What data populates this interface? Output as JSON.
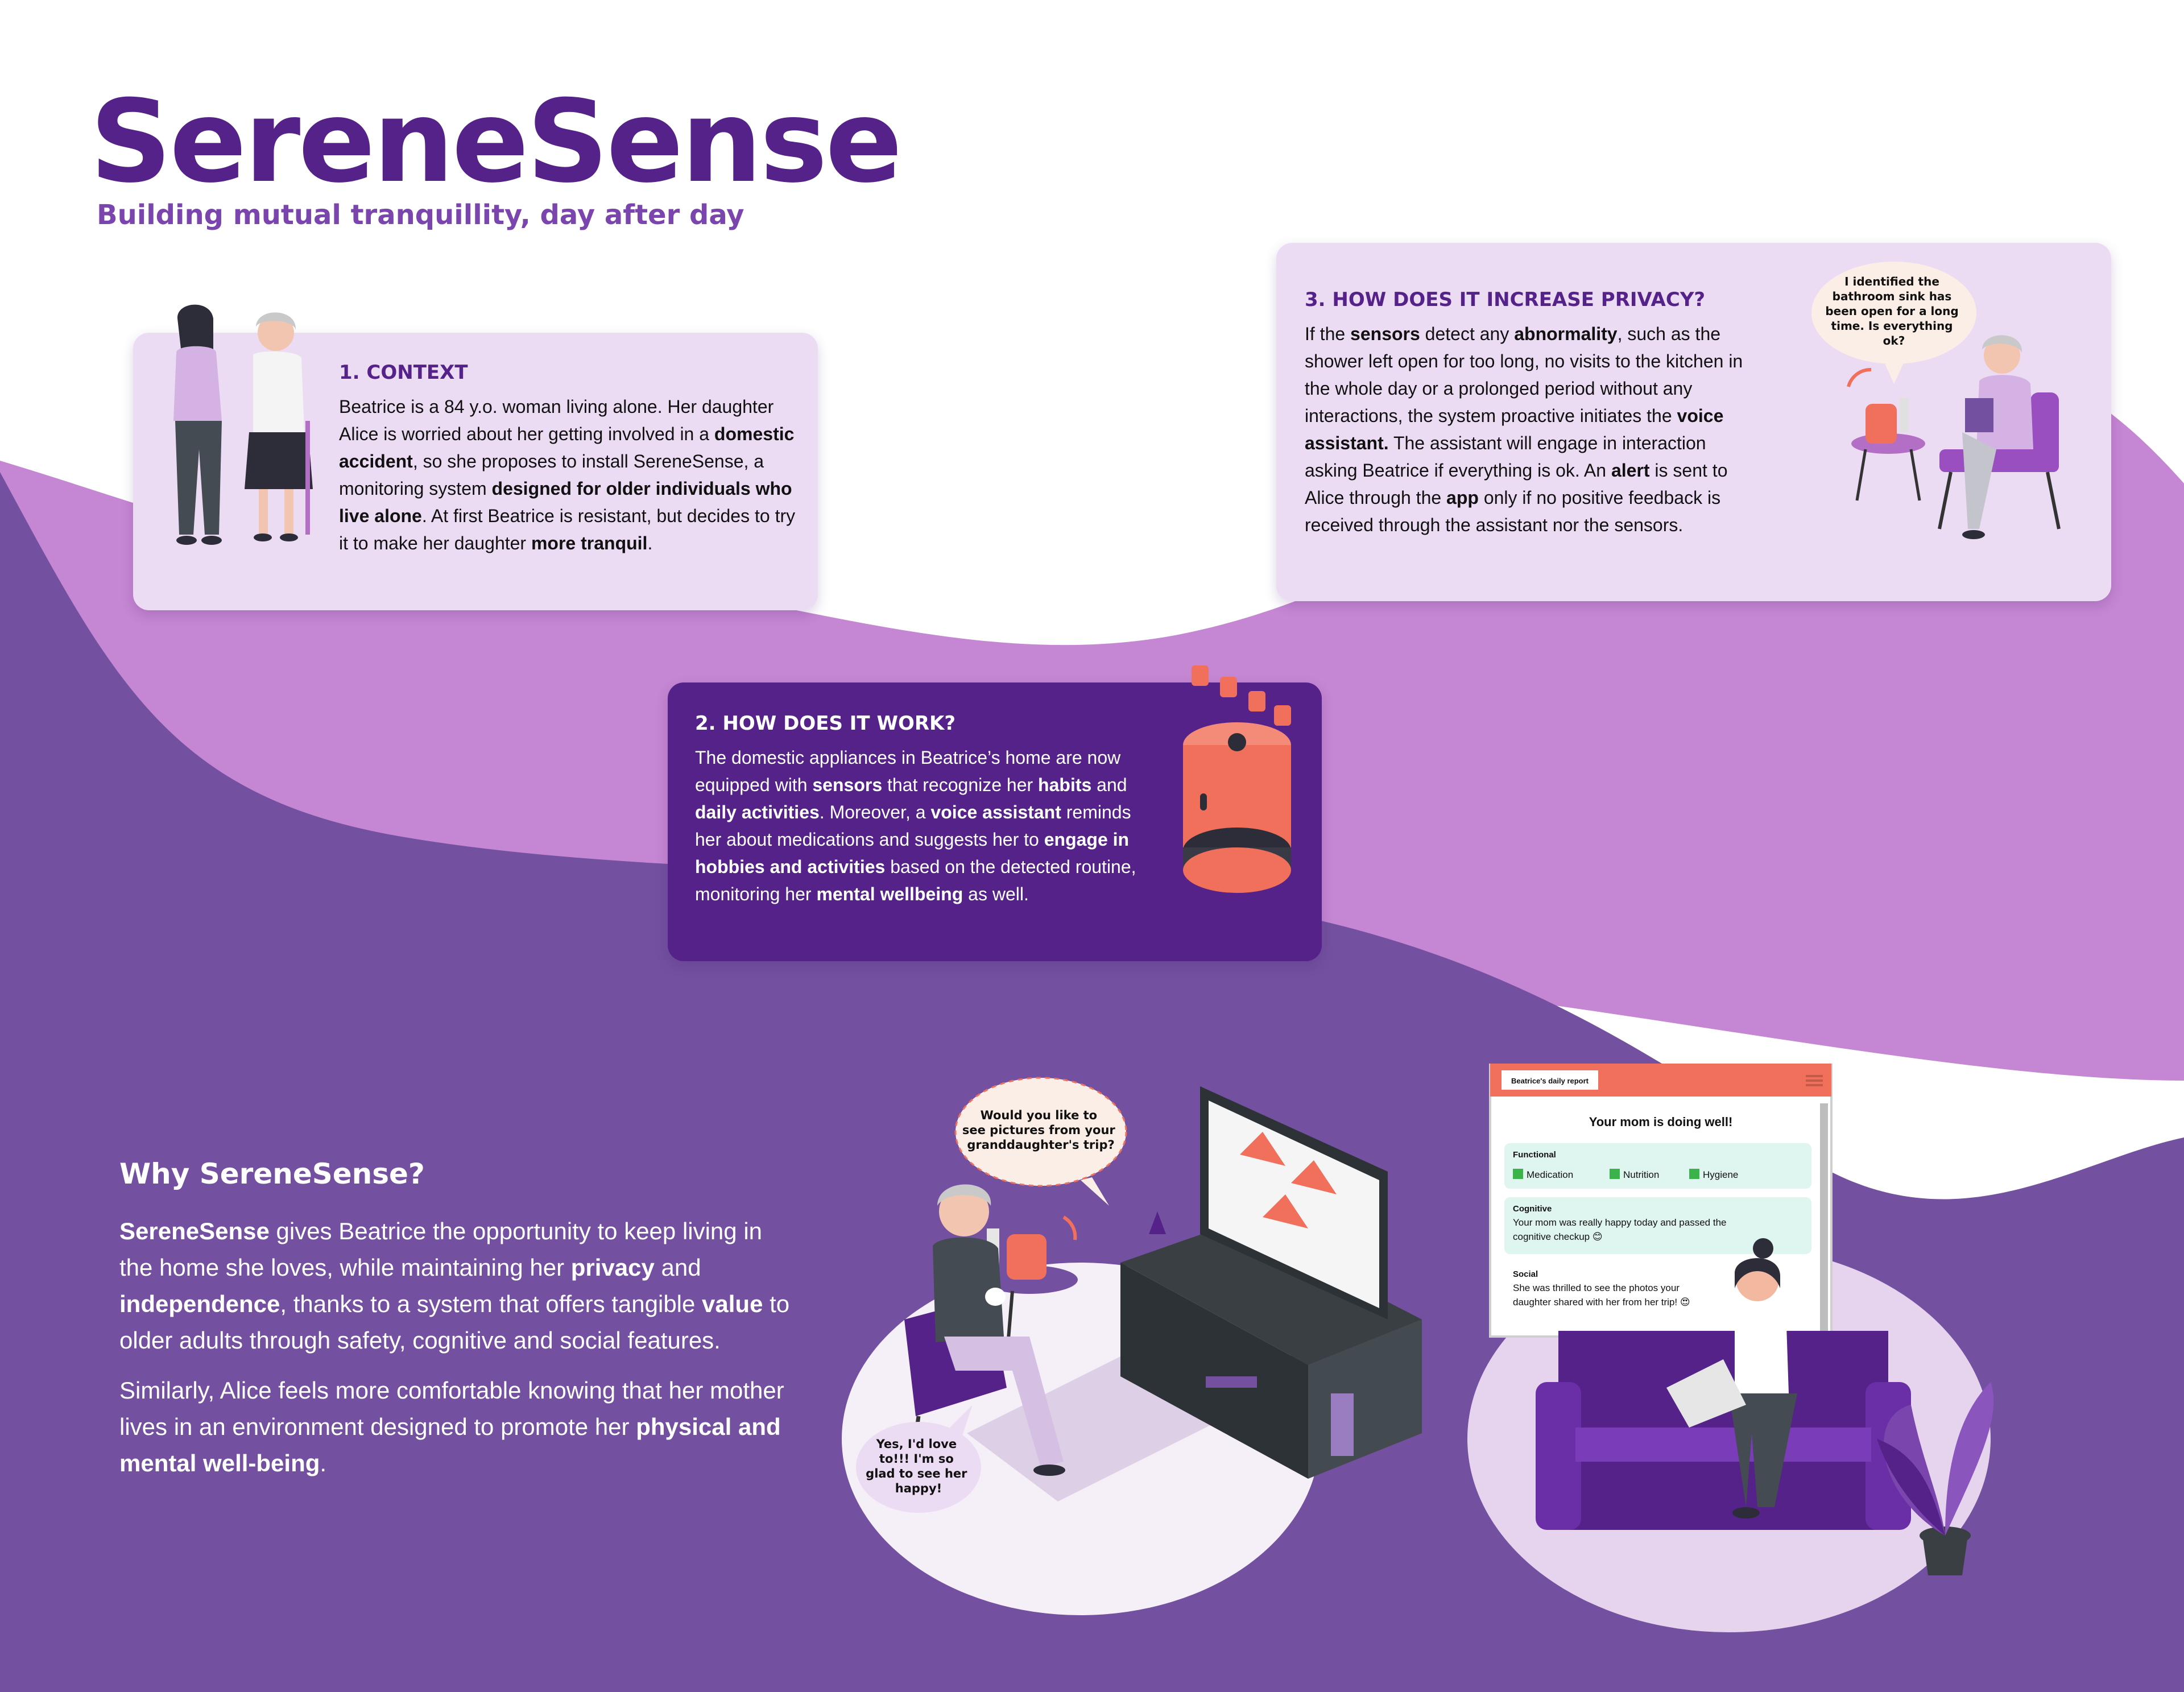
{
  "header": {
    "title": "SereneSense",
    "subtitle": "Building mutual tranquillity, day after day"
  },
  "context": {
    "heading": "1. CONTEXT",
    "body": [
      {
        "t": "Beatrice is a 84 y.o. woman living alone. Her daughter Alice is worried about her getting involved in a "
      },
      {
        "t": "domestic accident",
        "b": true
      },
      {
        "t": ", so she proposes to install SereneSense, a monitoring system "
      },
      {
        "t": "designed for older individuals who live alone",
        "b": true
      },
      {
        "t": ". At first Beatrice is resistant, but decides to try it to make her daughter "
      },
      {
        "t": "more tranquil",
        "b": true
      },
      {
        "t": "."
      }
    ]
  },
  "how_it_works": {
    "heading": "2. HOW DOES IT WORK?",
    "body": [
      {
        "t": "The domestic appliances in Beatrice’s home are now equipped with "
      },
      {
        "t": "sensors",
        "b": true
      },
      {
        "t": " that recognize her "
      },
      {
        "t": "habits",
        "b": true
      },
      {
        "t": " and "
      },
      {
        "t": "daily activities",
        "b": true
      },
      {
        "t": ". Moreover, a "
      },
      {
        "t": "voice assistant",
        "b": true
      },
      {
        "t": " reminds her about medications and suggests her to "
      },
      {
        "t": "engage in hobbies and activities",
        "b": true
      },
      {
        "t": " based on the detected routine, monitoring her "
      },
      {
        "t": "mental wellbeing",
        "b": true
      },
      {
        "t": " as well."
      }
    ]
  },
  "privacy": {
    "heading": "3. HOW DOES IT INCREASE PRIVACY?",
    "body": [
      {
        "t": "If the "
      },
      {
        "t": "sensors",
        "b": true
      },
      {
        "t": " detect any "
      },
      {
        "t": "abnormality",
        "b": true
      },
      {
        "t": ", such as the shower left open for too long, no visits to the kitchen in the whole day or a prolonged period without any interactions, the system proactive initiates the "
      },
      {
        "t": "voice assistant.",
        "b": true
      },
      {
        "t": " The assistant will engage in interaction asking Beatrice if everything is ok. An "
      },
      {
        "t": "alert",
        "b": true
      },
      {
        "t": " is sent to Alice through the "
      },
      {
        "t": "app",
        "b": true
      },
      {
        "t": " only if no positive feedback is received through the assistant nor the sensors."
      }
    ],
    "bubble": [
      "I identified the",
      "bathroom sink has",
      "been open for a long",
      "time. Is everything",
      "ok?"
    ]
  },
  "why": {
    "heading": "Why SereneSense?",
    "paragraph1": [
      {
        "t": "SereneSense",
        "b": true
      },
      {
        "t": " gives Beatrice the opportunity to keep living in the home she loves, while maintaining her "
      },
      {
        "t": "privacy",
        "b": true
      },
      {
        "t": " and "
      },
      {
        "t": "independence",
        "b": true
      },
      {
        "t": ", thanks to a system that offers tangible "
      },
      {
        "t": "value",
        "b": true
      },
      {
        "t": " to older adults through safety, cognitive and social features."
      }
    ],
    "paragraph2": [
      {
        "t": "Similarly, Alice feels more comfortable knowing that her mother lives in an environment designed to promote her "
      },
      {
        "t": "physical and mental well-being",
        "b": true
      },
      {
        "t": "."
      }
    ]
  },
  "scene": {
    "assistant_bubble": [
      "Would you like to",
      "see pictures from your",
      "granddaughter's trip?"
    ],
    "beatrice_bubble": [
      "Yes, I'd love",
      "to!!! I'm so",
      "glad to see her",
      "happy!"
    ]
  },
  "report": {
    "tab": "Beatrice's daily report",
    "headline": "Your mom is doing well!",
    "functional_label": "Functional",
    "functional_items": [
      "Medication",
      "Nutrition",
      "Hygiene"
    ],
    "cognitive_label": "Cognitive",
    "cognitive_text": [
      "Your mom was really happy today and passed the",
      "cognitive checkup 😊"
    ],
    "social_label": "Social",
    "social_text": [
      "She was thrilled to see the photos your",
      "daughter shared with her from her trip! 😍"
    ]
  },
  "colors": {
    "brand_purple": "#55228a",
    "light_purple": "#c586d3",
    "mid_purple": "#7450a0",
    "card_light": "#ecdcf3",
    "accent_coral": "#f0705c"
  }
}
